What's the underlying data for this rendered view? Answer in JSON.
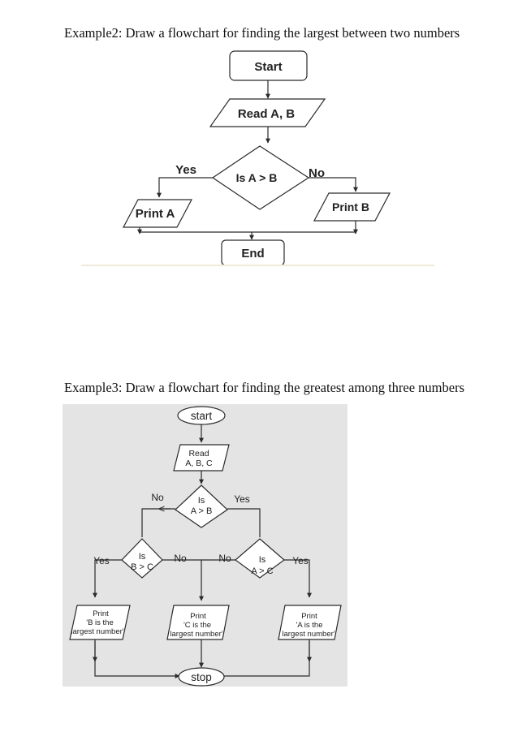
{
  "example2": {
    "heading": "Example2: Draw a flowchart for finding the largest between two numbers",
    "start": "Start",
    "read": "Read A, B",
    "decision": "Is A > B",
    "yes": "Yes",
    "no": "No",
    "print_a": "Print A",
    "print_b": "Print B",
    "end": "End"
  },
  "example3": {
    "heading": "Example3: Draw a flowchart for finding the greatest among three numbers",
    "start": "start",
    "read_line1": "Read",
    "read_line2": "A, B, C",
    "d1_line1": "Is",
    "d1_line2": "A > B",
    "d1_no": "No",
    "d1_yes": "Yes",
    "d2_line1": "Is",
    "d2_line2": "B > C",
    "d2_yes": "Yes",
    "d2_no": "No",
    "d3_line1": "Is",
    "d3_line2": "A > C",
    "d3_no": "No",
    "d3_yes": "Yes",
    "pb_line1": "Print",
    "pb_line2": "'B is the",
    "pb_line3": "largest number'",
    "pc_line1": "Print",
    "pc_line2": "'C is the",
    "pc_line3": "largest number'",
    "pa_line1": "Print",
    "pa_line2": "'A is the",
    "pa_line3": "largest number'",
    "stop": "stop"
  },
  "colors": {
    "line": "#2a2a2a",
    "panel": "#e4e4e4",
    "text": "#111111"
  }
}
